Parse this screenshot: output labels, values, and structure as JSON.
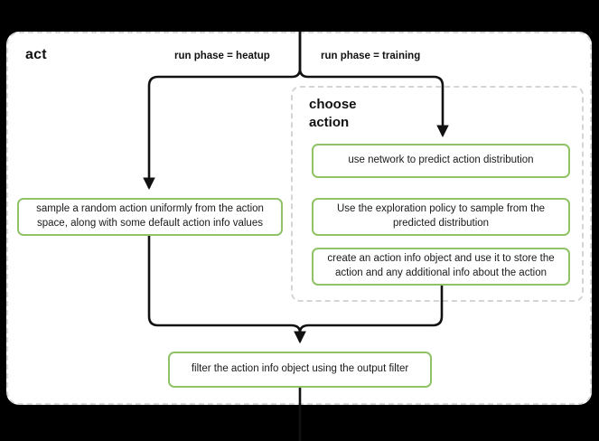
{
  "diagram": {
    "type": "flowchart",
    "background_color": "#000000",
    "node_border_color": "#90c267",
    "cluster_border_color": "#d8d8d8",
    "edge_color": "#111111",
    "clusters": [
      {
        "id": "act",
        "title": "act"
      },
      {
        "id": "choose_action",
        "title": "choose\naction",
        "title_line1": "choose",
        "title_line2": "action"
      }
    ],
    "edge_labels": [
      {
        "id": "heatup",
        "text": "run phase = heatup"
      },
      {
        "id": "training",
        "text": "run phase = training"
      }
    ],
    "nodes": [
      {
        "id": "sample",
        "text": "sample a random action uniformly from the action space, along with some default action info values"
      },
      {
        "id": "predict",
        "text": "use network to predict action distribution"
      },
      {
        "id": "explore",
        "text": "Use the exploration policy to sample from the predicted distribution"
      },
      {
        "id": "create",
        "text": "create an action info object and use it to store the action and any additional info about the action"
      },
      {
        "id": "filter",
        "text": "filter the action info object using the output filter"
      }
    ]
  }
}
